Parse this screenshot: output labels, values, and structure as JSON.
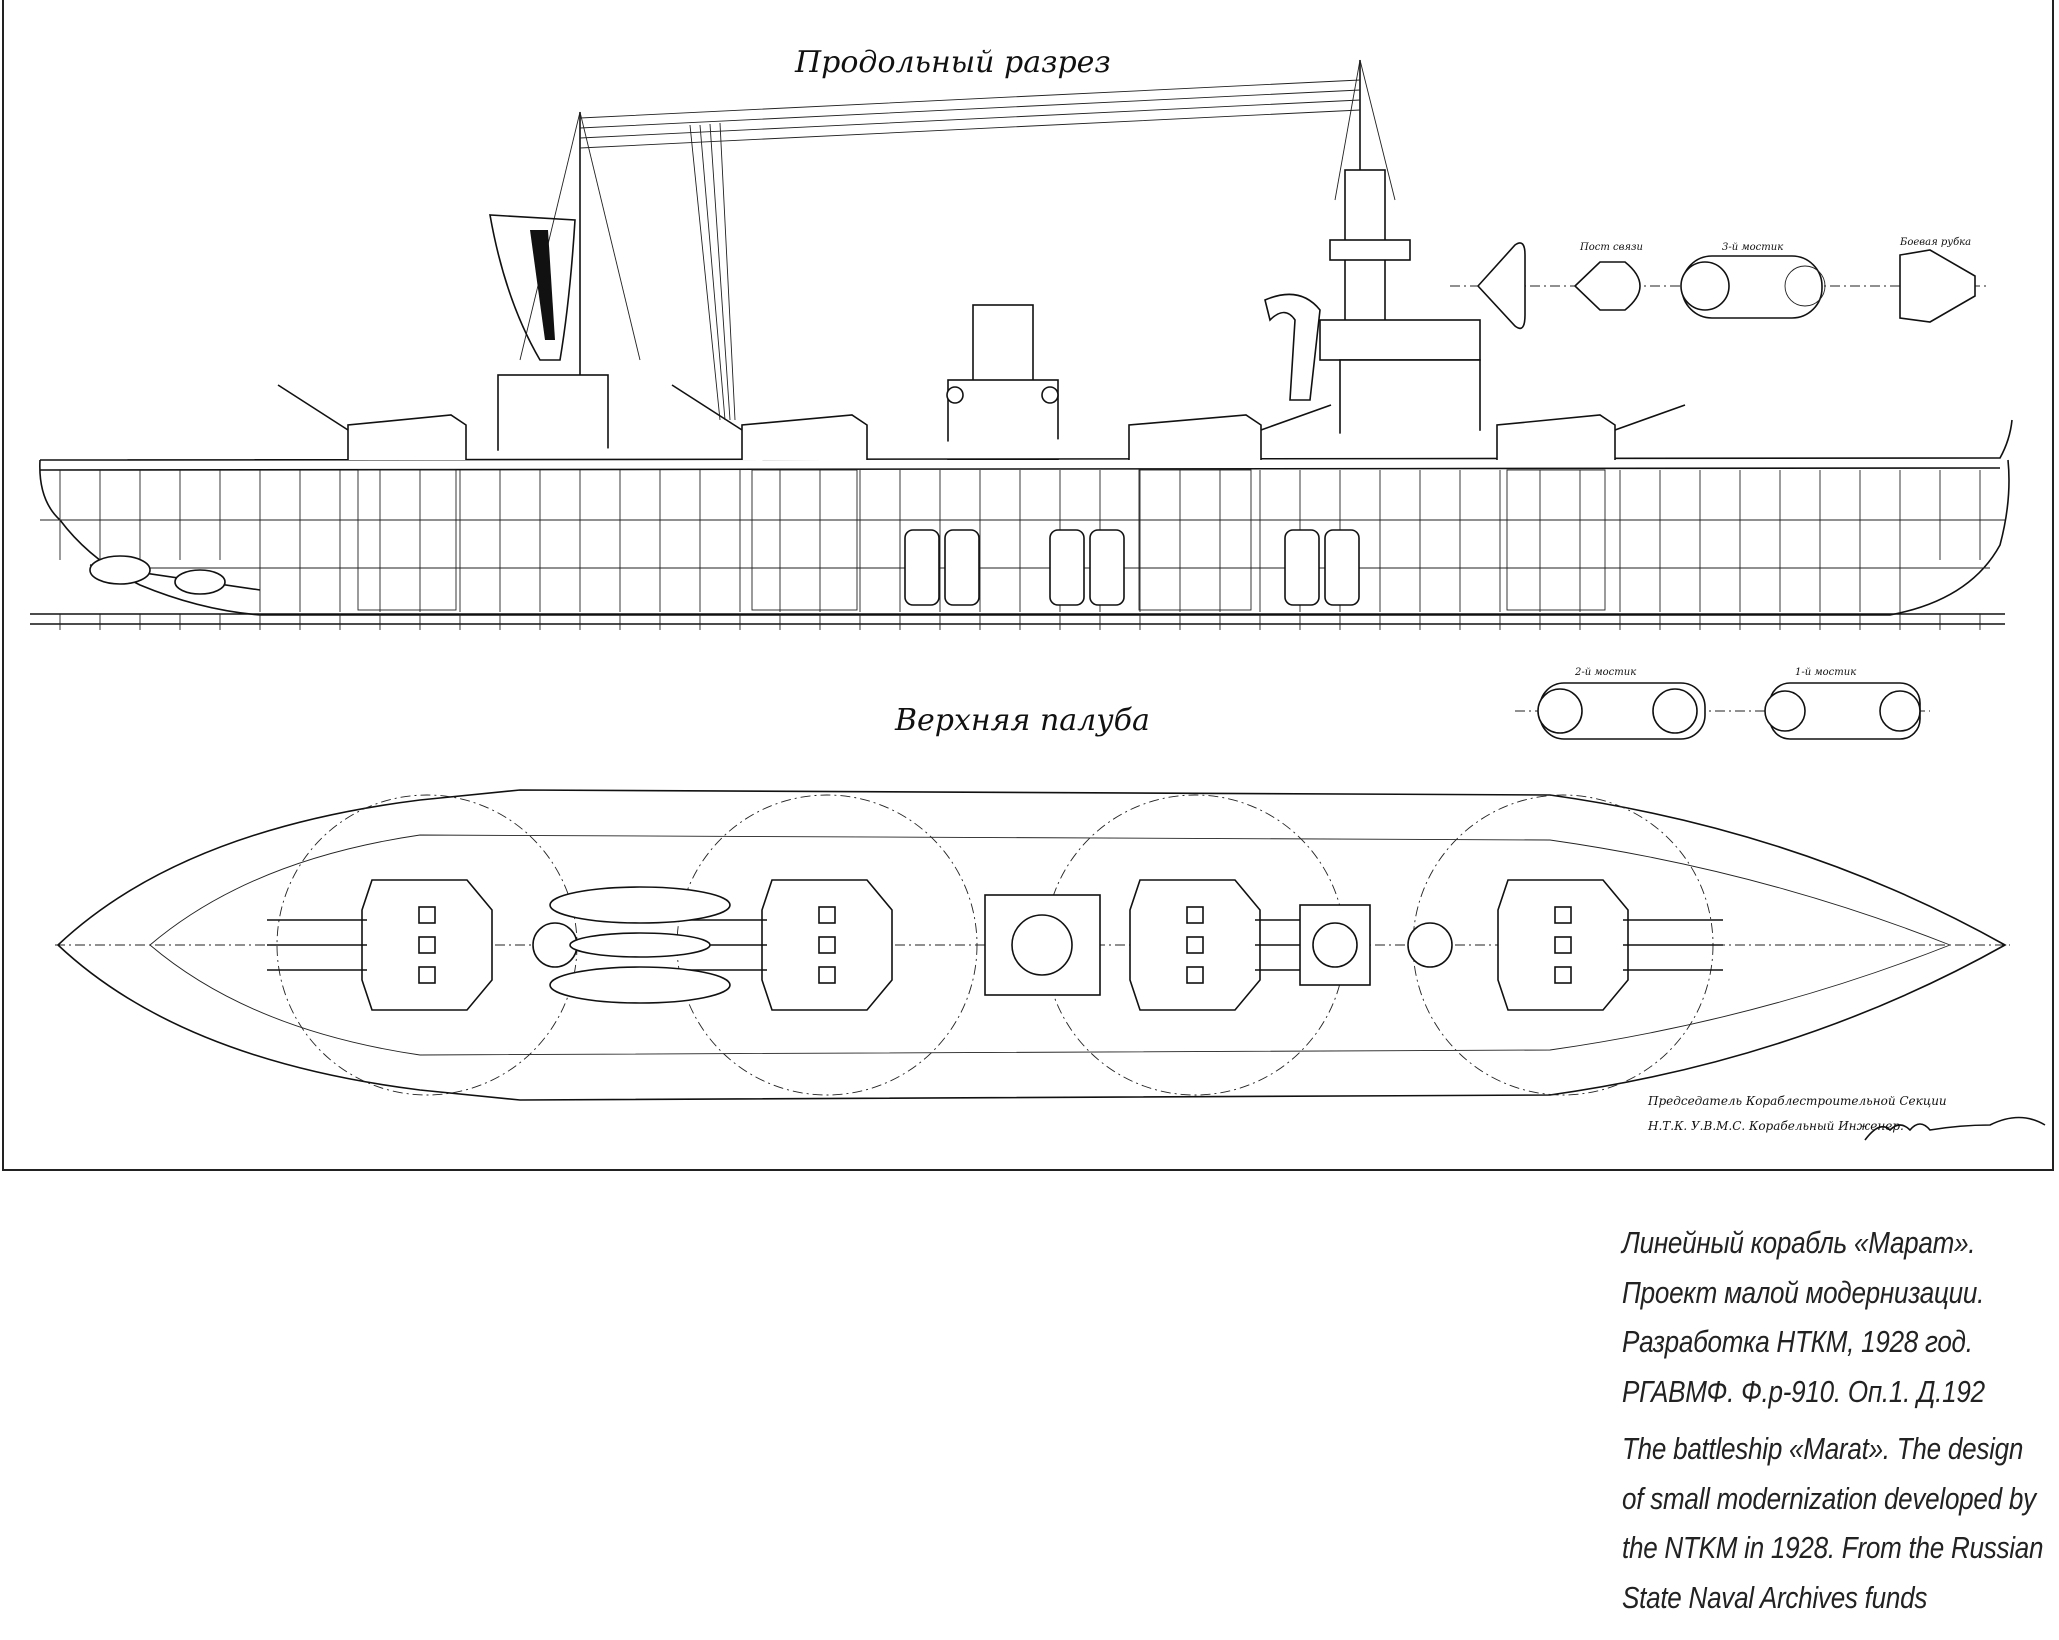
{
  "drawing": {
    "profile_title": "Продольный разрез",
    "deck_title": "Верхняя палуба",
    "bridge_plans": [
      "Пост связи",
      "3-й мостик",
      "Боевая рубка"
    ],
    "lower_bridges": [
      "2-й мостик",
      "1-й мостик"
    ],
    "signature_block": {
      "line1": "Председатель Кораблестроительной Секции",
      "line2": "Н.Т.К. У.В.М.С. Корабельный Инженер."
    }
  },
  "caption": {
    "ru": [
      "Линейный корабль «Марат».",
      "Проект малой модернизации.",
      "Разработка НТКМ, 1928 год.",
      "РГАВМФ. Ф.р-910. Оп.1. Д.192"
    ],
    "en": [
      "The battleship «Marat». The design",
      "of small modernization developed by",
      "the NTKM in 1928. From the Russian",
      "State Naval Archives funds"
    ]
  }
}
